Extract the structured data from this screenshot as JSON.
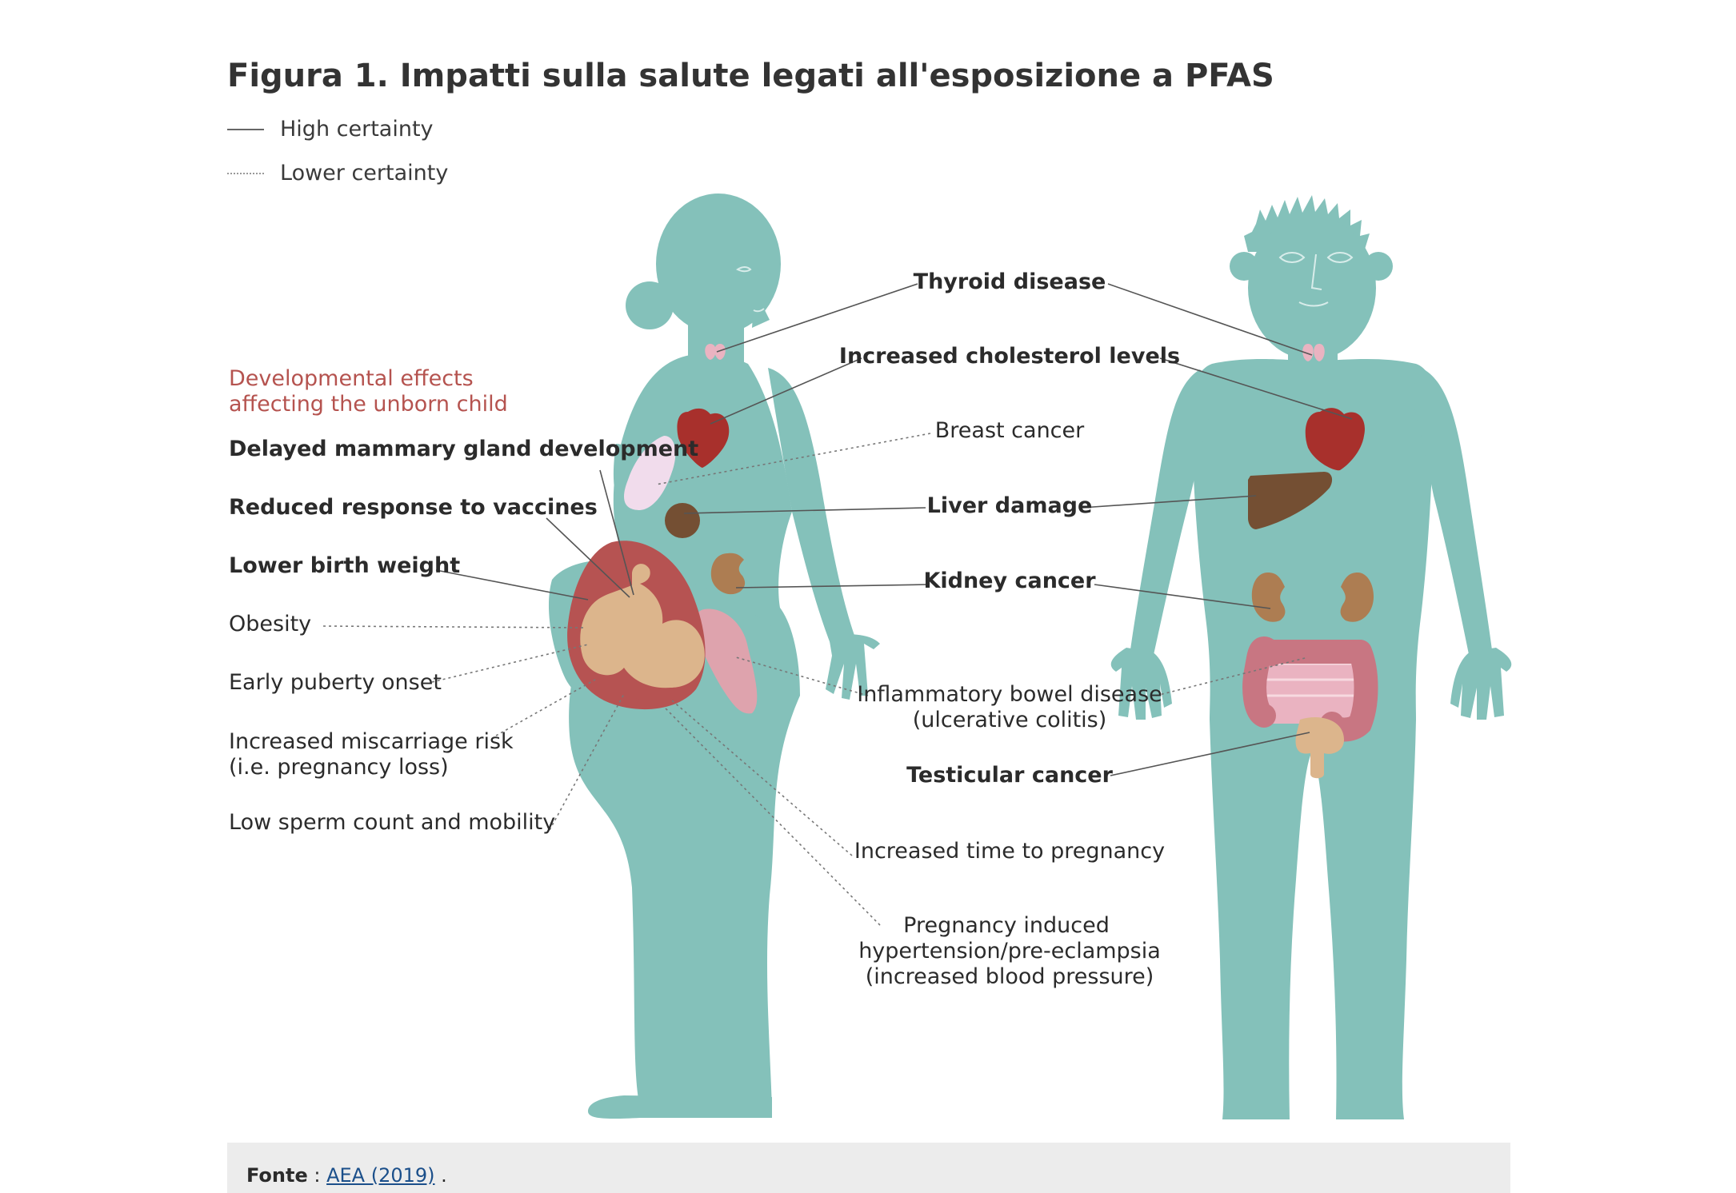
{
  "title": "Figura 1. Impatti sulla salute legati all'esposizione a PFAS",
  "legend": {
    "high": "High certainty",
    "low": "Lower certainty"
  },
  "developmental_heading": {
    "line1": "Developmental effects",
    "line2": "affecting the unborn child"
  },
  "left_labels": {
    "mammary": "Delayed mammary gland development",
    "vaccines": "Reduced response to vaccines",
    "birth_weight": "Lower birth weight",
    "obesity": "Obesity",
    "puberty": "Early puberty onset",
    "miscarriage_1": "Increased miscarriage risk",
    "miscarriage_2": "(i.e. pregnancy loss)",
    "sperm": "Low sperm count and mobility"
  },
  "center_labels": {
    "thyroid": "Thyroid disease",
    "cholesterol": "Increased cholesterol levels",
    "breast": "Breast cancer",
    "liver": "Liver damage",
    "kidney": "Kidney cancer",
    "ibd_1": "Inflammatory bowel disease",
    "ibd_2": "(ulcerative colitis)",
    "testicular": "Testicular cancer",
    "time_pregnancy": "Increased time to pregnancy",
    "pih_1": "Pregnancy induced",
    "pih_2": "hypertension/pre-eclampsia",
    "pih_3": "(increased blood pressure)"
  },
  "footer": {
    "label": "Fonte",
    "separator": " : ",
    "link": "AEA (2019)",
    "end": " ."
  },
  "colors": {
    "body": "#84c1ba",
    "heart": "#a8302c",
    "liver": "#744f33",
    "kidney": "#ad7d52",
    "womb": "#b65352",
    "fetus": "#dcb58c",
    "breast": "#f1dcec",
    "thyroid": "#eab3c1",
    "intestine": "#c87682",
    "placenta": "#dea3ad",
    "developmental_text": "#b5534f",
    "footer_bg": "#ececec",
    "link": "#1b4f8a"
  }
}
